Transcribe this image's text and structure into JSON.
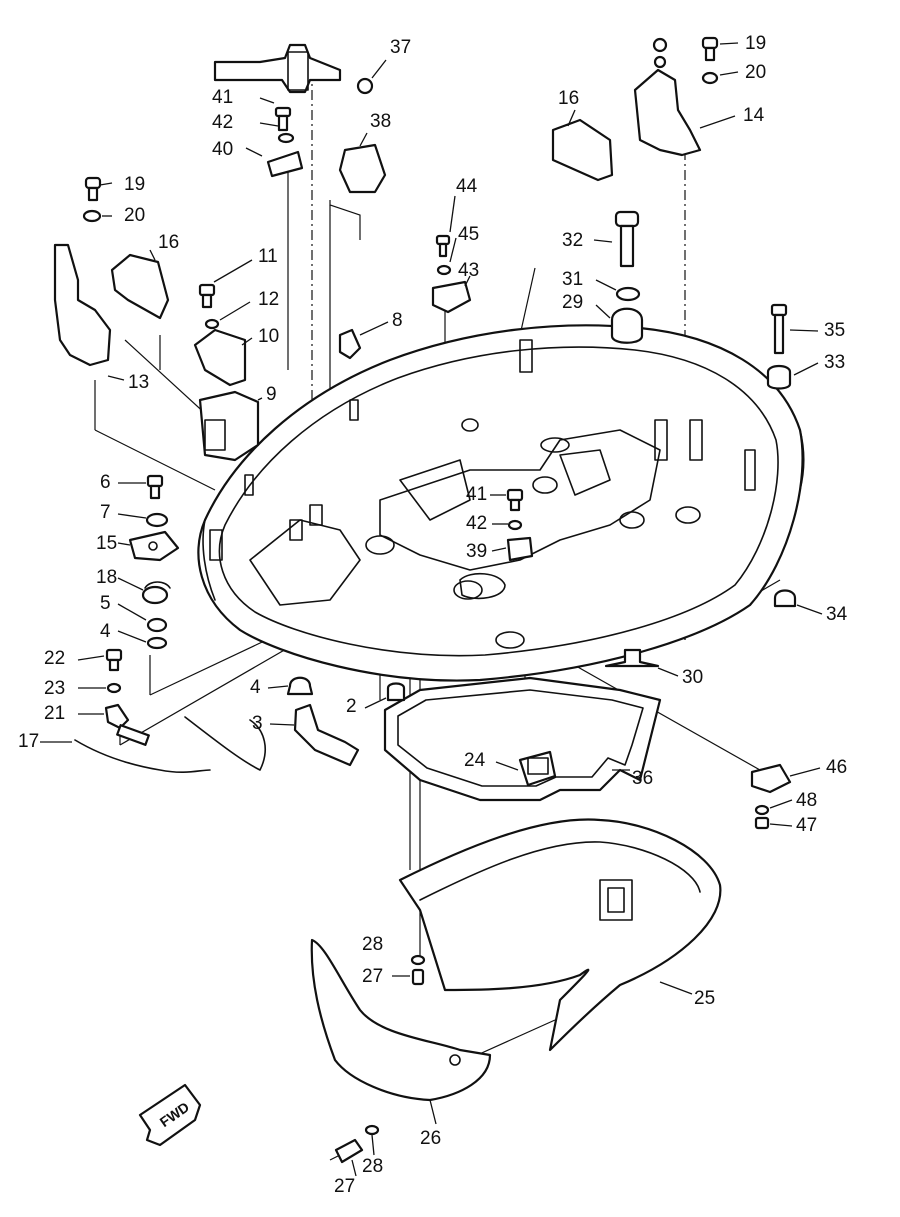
{
  "diagram": {
    "fwd_label": "FWD",
    "callouts": [
      {
        "id": "c37",
        "label": "37"
      },
      {
        "id": "c41a",
        "label": "41"
      },
      {
        "id": "c42a",
        "label": "42"
      },
      {
        "id": "c40",
        "label": "40"
      },
      {
        "id": "c38",
        "label": "38"
      },
      {
        "id": "c19a",
        "label": "19"
      },
      {
        "id": "c20a",
        "label": "20"
      },
      {
        "id": "c16a",
        "label": "16"
      },
      {
        "id": "c11",
        "label": "11"
      },
      {
        "id": "c12",
        "label": "12"
      },
      {
        "id": "c10",
        "label": "10"
      },
      {
        "id": "c13",
        "label": "13"
      },
      {
        "id": "c9",
        "label": "9"
      },
      {
        "id": "c8",
        "label": "8"
      },
      {
        "id": "c44",
        "label": "44"
      },
      {
        "id": "c45",
        "label": "45"
      },
      {
        "id": "c43",
        "label": "43"
      },
      {
        "id": "c16b",
        "label": "16"
      },
      {
        "id": "c19b",
        "label": "19"
      },
      {
        "id": "c20b",
        "label": "20"
      },
      {
        "id": "c14",
        "label": "14"
      },
      {
        "id": "c32",
        "label": "32"
      },
      {
        "id": "c31",
        "label": "31"
      },
      {
        "id": "c29",
        "label": "29"
      },
      {
        "id": "c35",
        "label": "35"
      },
      {
        "id": "c33",
        "label": "33"
      },
      {
        "id": "c6",
        "label": "6"
      },
      {
        "id": "c7",
        "label": "7"
      },
      {
        "id": "c15",
        "label": "15"
      },
      {
        "id": "c18",
        "label": "18"
      },
      {
        "id": "c5",
        "label": "5"
      },
      {
        "id": "c4a",
        "label": "4"
      },
      {
        "id": "c22",
        "label": "22"
      },
      {
        "id": "c23",
        "label": "23"
      },
      {
        "id": "c21",
        "label": "21"
      },
      {
        "id": "c17",
        "label": "17"
      },
      {
        "id": "c41b",
        "label": "41"
      },
      {
        "id": "c42b",
        "label": "42"
      },
      {
        "id": "c39",
        "label": "39"
      },
      {
        "id": "c34",
        "label": "34"
      },
      {
        "id": "c30",
        "label": "30"
      },
      {
        "id": "c4b",
        "label": "4"
      },
      {
        "id": "c2",
        "label": "2"
      },
      {
        "id": "c3",
        "label": "3"
      },
      {
        "id": "c24",
        "label": "24"
      },
      {
        "id": "c36",
        "label": "36"
      },
      {
        "id": "c46",
        "label": "46"
      },
      {
        "id": "c48",
        "label": "48"
      },
      {
        "id": "c47",
        "label": "47"
      },
      {
        "id": "c28a",
        "label": "28"
      },
      {
        "id": "c27a",
        "label": "27"
      },
      {
        "id": "c25",
        "label": "25"
      },
      {
        "id": "c26",
        "label": "26"
      },
      {
        "id": "c28b",
        "label": "28"
      },
      {
        "id": "c27b",
        "label": "27"
      }
    ]
  }
}
